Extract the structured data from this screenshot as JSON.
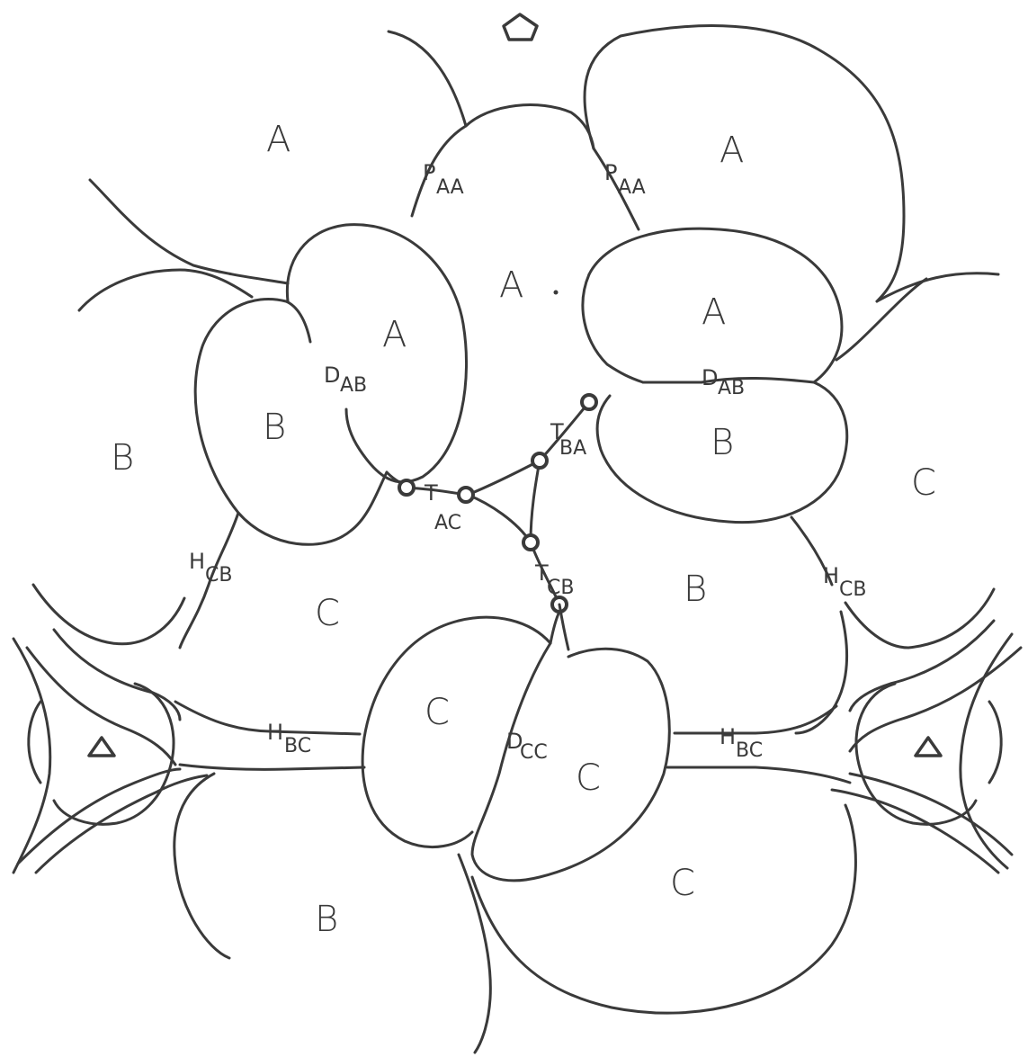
{
  "diagram": {
    "symbols": {
      "top_symbol": "pentagon",
      "left_symbol": "triangle",
      "right_symbol": "triangle"
    },
    "domain_labels": {
      "a_top_left": "A",
      "a_top_right": "A",
      "a_center": "A",
      "a_left_inner": "A",
      "a_right_inner": "A",
      "b_left_outer": "B",
      "b_left_inner": "B",
      "b_right_inner": "B",
      "b_center_right": "B",
      "b_bottom_left": "B",
      "c_right_outer": "C",
      "c_center_left": "C",
      "c_bottom_inner_left": "C",
      "c_bottom_inner_right": "C",
      "c_bottom_right": "C"
    },
    "contact_labels": {
      "p_aa_left": {
        "main": "P",
        "sub": "AA"
      },
      "p_aa_right": {
        "main": "P",
        "sub": "AA"
      },
      "d_ab_left": {
        "main": "D",
        "sub": "AB"
      },
      "d_ab_right": {
        "main": "D",
        "sub": "AB"
      },
      "t_ac": {
        "main": "T",
        "sub": "AC"
      },
      "t_ba": {
        "main": "T",
        "sub": "BA"
      },
      "t_cb": {
        "main": "T",
        "sub": "CB"
      },
      "h_cb_left": {
        "main": "H",
        "sub": "CB"
      },
      "h_cb_right": {
        "main": "H",
        "sub": "CB"
      },
      "h_bc_left": {
        "main": "H",
        "sub": "BC"
      },
      "h_bc_right": {
        "main": "H",
        "sub": "BC"
      },
      "d_cc": {
        "main": "D",
        "sub": "CC"
      }
    }
  }
}
